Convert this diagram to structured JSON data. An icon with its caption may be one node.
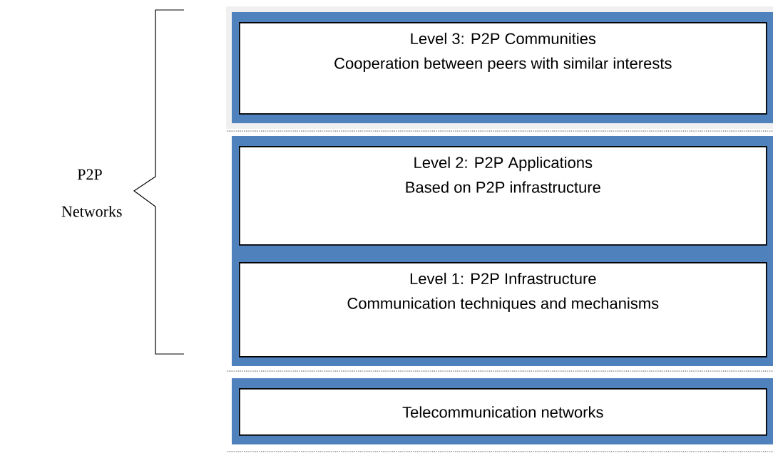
{
  "diagram": {
    "nodes": [
      {
        "text": [
          "Level 3: P2P Communities",
          "Cooperation between peers with similar interests"
        ]
      },
      {
        "text": [
          "Level 2: P2P Applications",
          "Based on P2P infrastructure"
        ]
      },
      {
        "text": [
          "Level 1: P2P Infrastructure",
          "Communication techniques and mechanisms"
        ]
      },
      {
        "text": [
          "Telecommunication networks"
        ]
      }
    ],
    "labels": [
      "P2P Networks"
    ]
  }
}
